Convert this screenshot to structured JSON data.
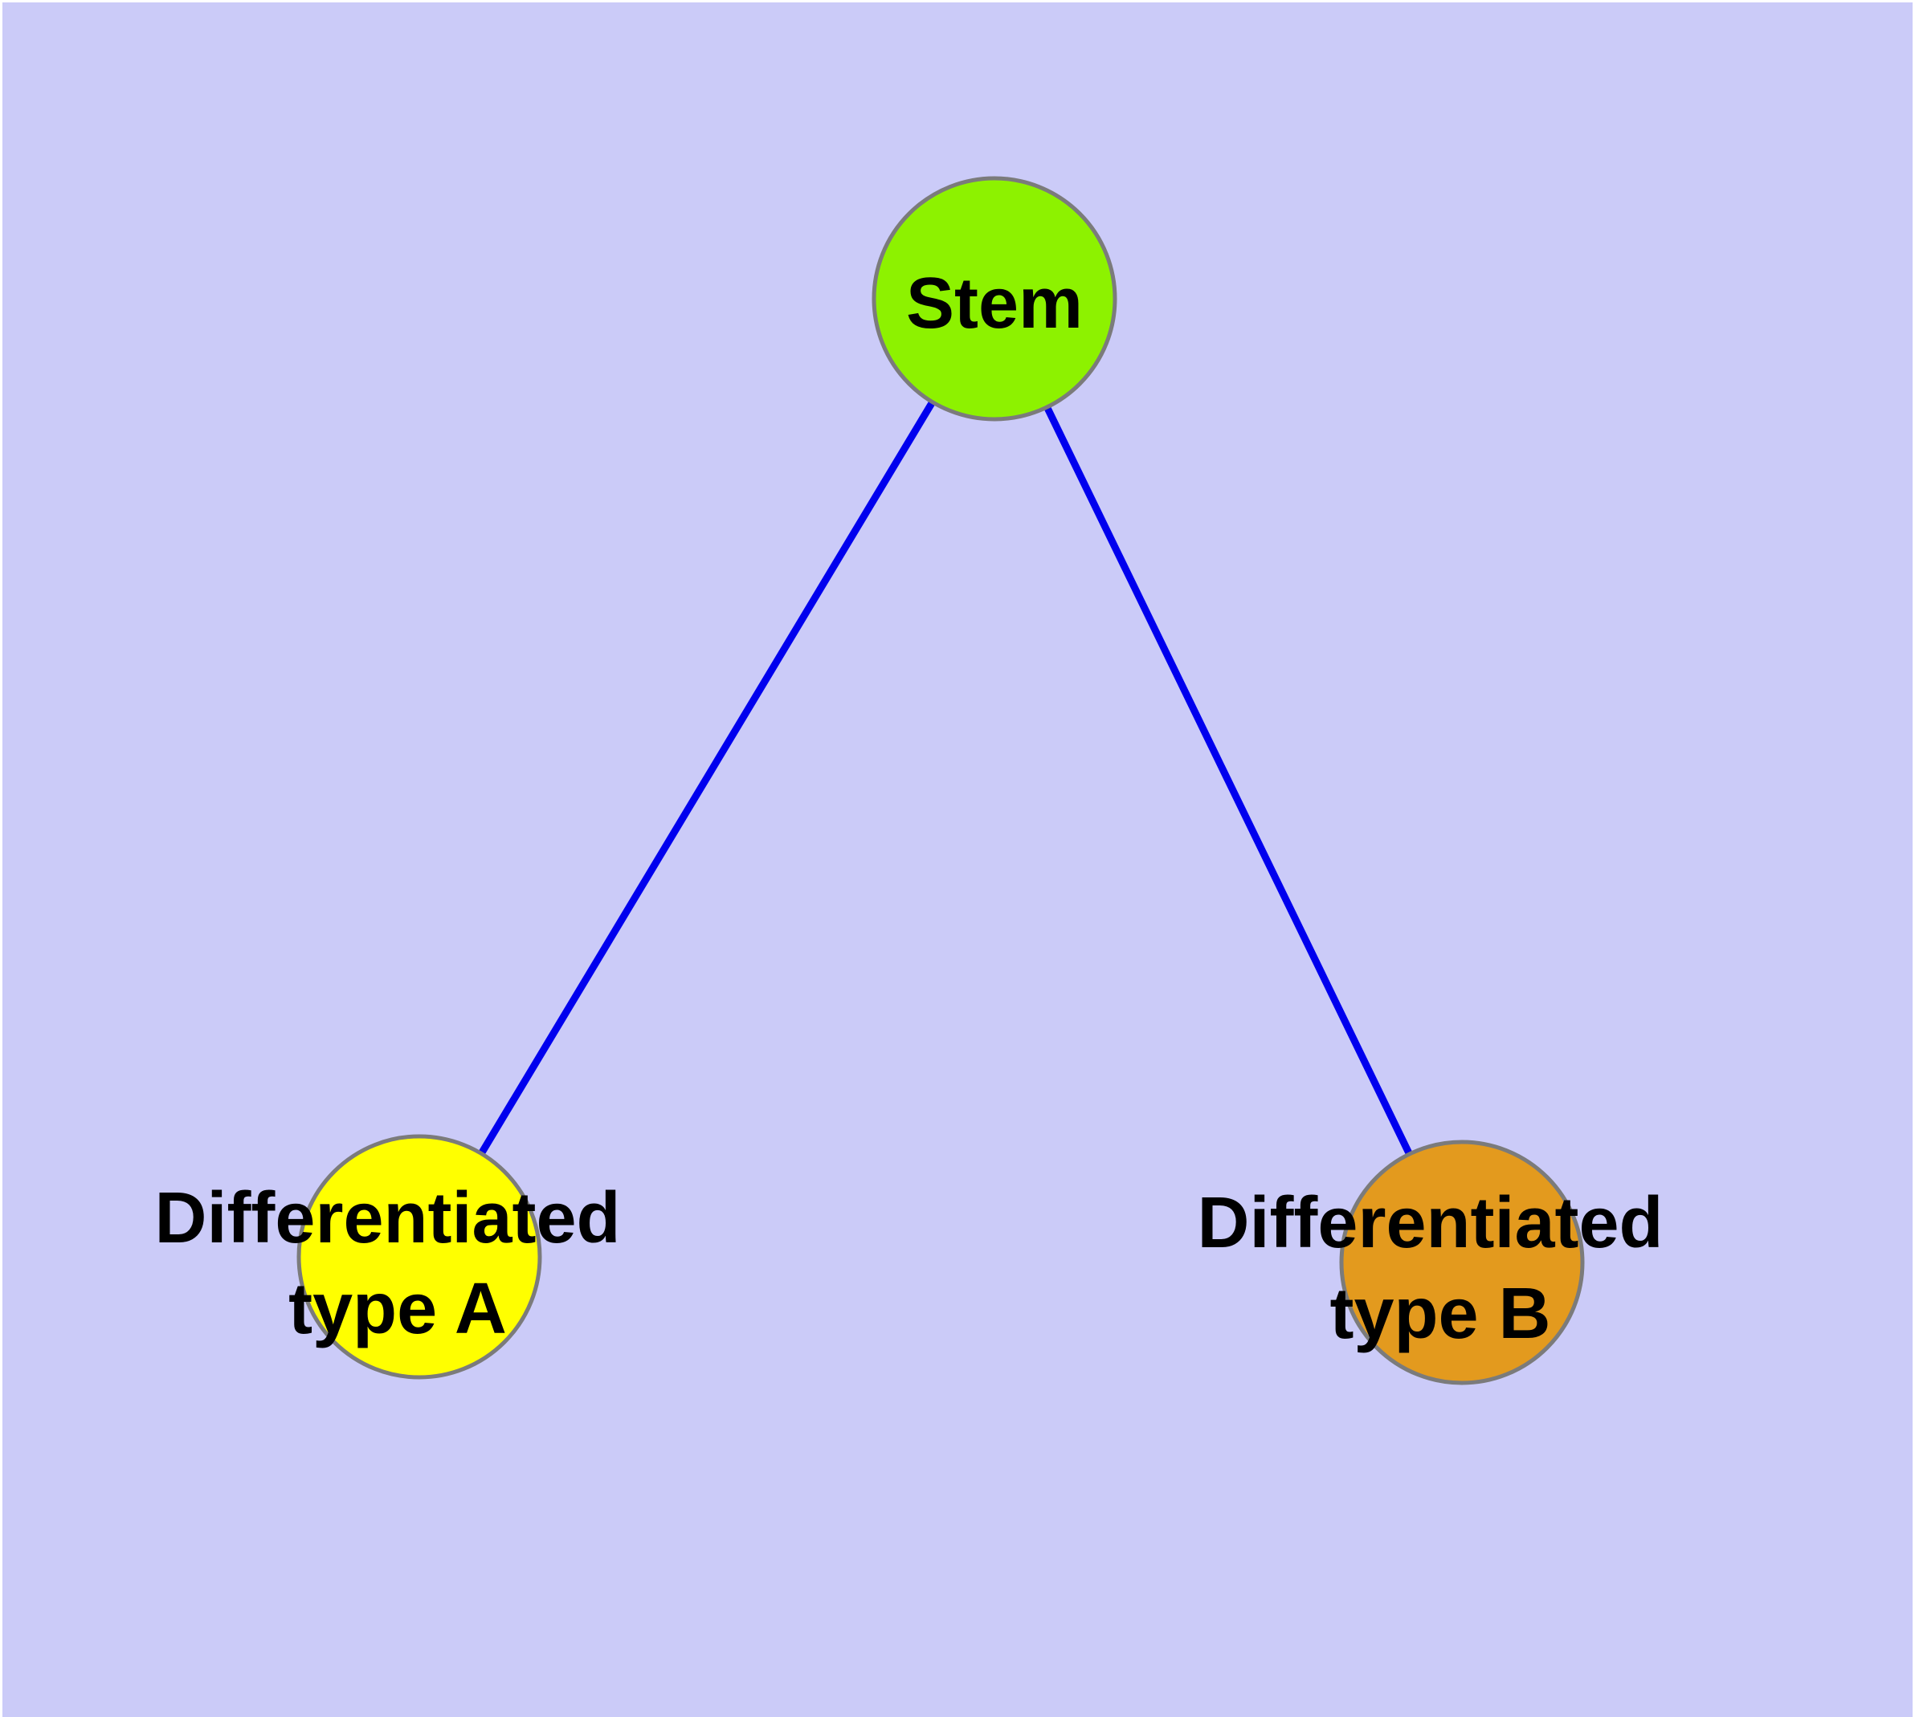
{
  "diagram": {
    "type": "graph",
    "colors": {
      "background": "#CBCBF8",
      "page_border": "#FFFFFF",
      "edge": "#0000EE",
      "node_border": "#7B7B7B",
      "label_text": "#000000"
    },
    "nodes": [
      {
        "id": "stem",
        "label": "Stem",
        "color": "#8DF200"
      },
      {
        "id": "type-a",
        "label_line1": "Differentiated",
        "label_line2": "type A",
        "color": "#FFFF00"
      },
      {
        "id": "type-b",
        "label_line1": "Differentiated",
        "label_line2": "type B",
        "color": "#E39A1E"
      }
    ],
    "edges": [
      {
        "from": "stem",
        "to": "type-a"
      },
      {
        "from": "stem",
        "to": "type-b"
      }
    ]
  }
}
